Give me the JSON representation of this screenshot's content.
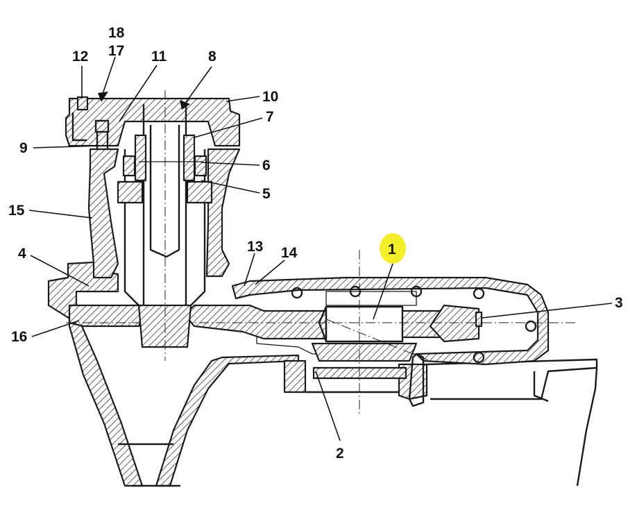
{
  "callouts": {
    "c1": "1",
    "c2": "2",
    "c3": "3",
    "c4": "4",
    "c5": "5",
    "c6": "6",
    "c7": "7",
    "c8": "8",
    "c9": "9",
    "c10": "10",
    "c11": "11",
    "c12": "12",
    "c13": "13",
    "c14": "14",
    "c15": "15",
    "c16": "16",
    "c17": "17",
    "c18": "18"
  },
  "highlight_color": "#f5ee2a"
}
